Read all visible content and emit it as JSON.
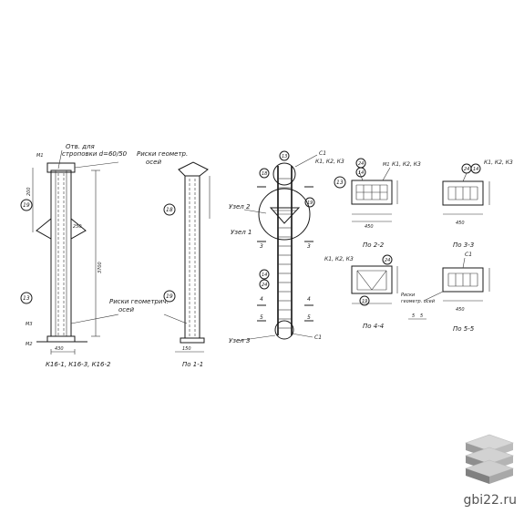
{
  "left_view": {
    "note_hole": "Отв. для",
    "note_hole2": "строповки d=60/50",
    "note_marks_top": "Риски геометр.",
    "note_marks_top2": "осей",
    "note_marks_bottom": "Риски геометрич.",
    "note_marks_bottom2": "осей",
    "callout_19": "19",
    "callout_13": "13",
    "callout_18": "18",
    "label_m1": "М1",
    "label_m3": "М3",
    "label_m2": "М2",
    "dim_height": "3700",
    "dim_430": "430",
    "dim_150": "150",
    "dim_200": "200",
    "dim_250": "250",
    "caption": "К16-1, К16-3, К16-2",
    "caption_section": "По 1-1"
  },
  "middle_view": {
    "label_k1": "К1, К2, К3",
    "label_s1_top": "С1",
    "label_s1_bot": "С1",
    "node1": "Узел 1",
    "node2": "Узел 2",
    "node3": "Узел 3",
    "sec3": "3",
    "sec4": "4",
    "sec5": "5",
    "callout_14": "14",
    "callout_24": "24",
    "callout_19": "19",
    "callout_13": "13",
    "callout_18": "18"
  },
  "sections": {
    "s22_caption": "По 2-2",
    "s33_caption": "По 3-3",
    "s44_caption": "По 4-4",
    "s55_caption": "По 5-5",
    "k_label": "К1, К2, К3",
    "k_label2": "К1, К2, К3",
    "k_label3": "К1, К2, К3",
    "c_label": "С1",
    "dim_450a": "450",
    "dim_450b": "450",
    "dim_450c": "450",
    "dim_5": "5",
    "note_marks": "Риски",
    "note_marks2": "геометр. осей",
    "callout_13": "13",
    "callout_24": "24",
    "callout_14": "14",
    "callout_19": "19",
    "label_m1": "М1"
  },
  "watermark": {
    "site": "gbi22.ru",
    "logo": "stacked-slabs-logo"
  }
}
